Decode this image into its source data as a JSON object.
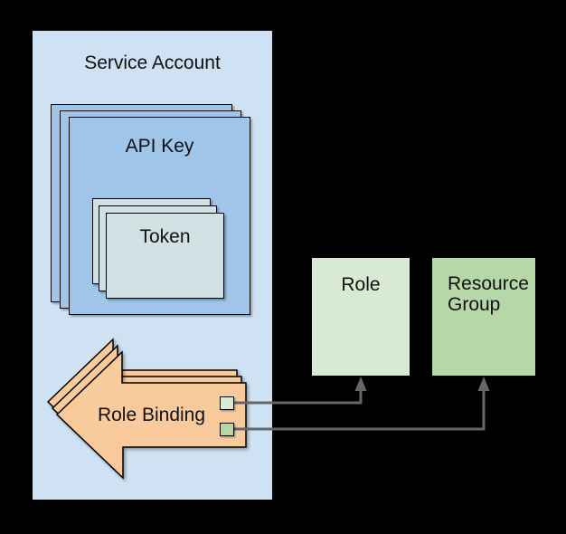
{
  "background": "#000000",
  "service_account": {
    "label": "Service Account",
    "color": "#cfe2f3"
  },
  "api_key": {
    "label": "API Key",
    "color": "#9fc5e8",
    "stack_count": 3
  },
  "token": {
    "label": "Token",
    "color": "#d0e0e3",
    "stack_count": 3
  },
  "role_binding": {
    "label": "Role Binding",
    "color": "#f9cb9c",
    "stack_count": 3,
    "ports": [
      {
        "name": "role-port",
        "color": "#d9ead3"
      },
      {
        "name": "resource-group-port",
        "color": "#b6d7a8"
      }
    ]
  },
  "role": {
    "label": "Role",
    "color": "#d9ead3"
  },
  "resource_group": {
    "label": "Resource Group",
    "color": "#b6d7a8"
  },
  "connectors": {
    "color": "#666666"
  }
}
